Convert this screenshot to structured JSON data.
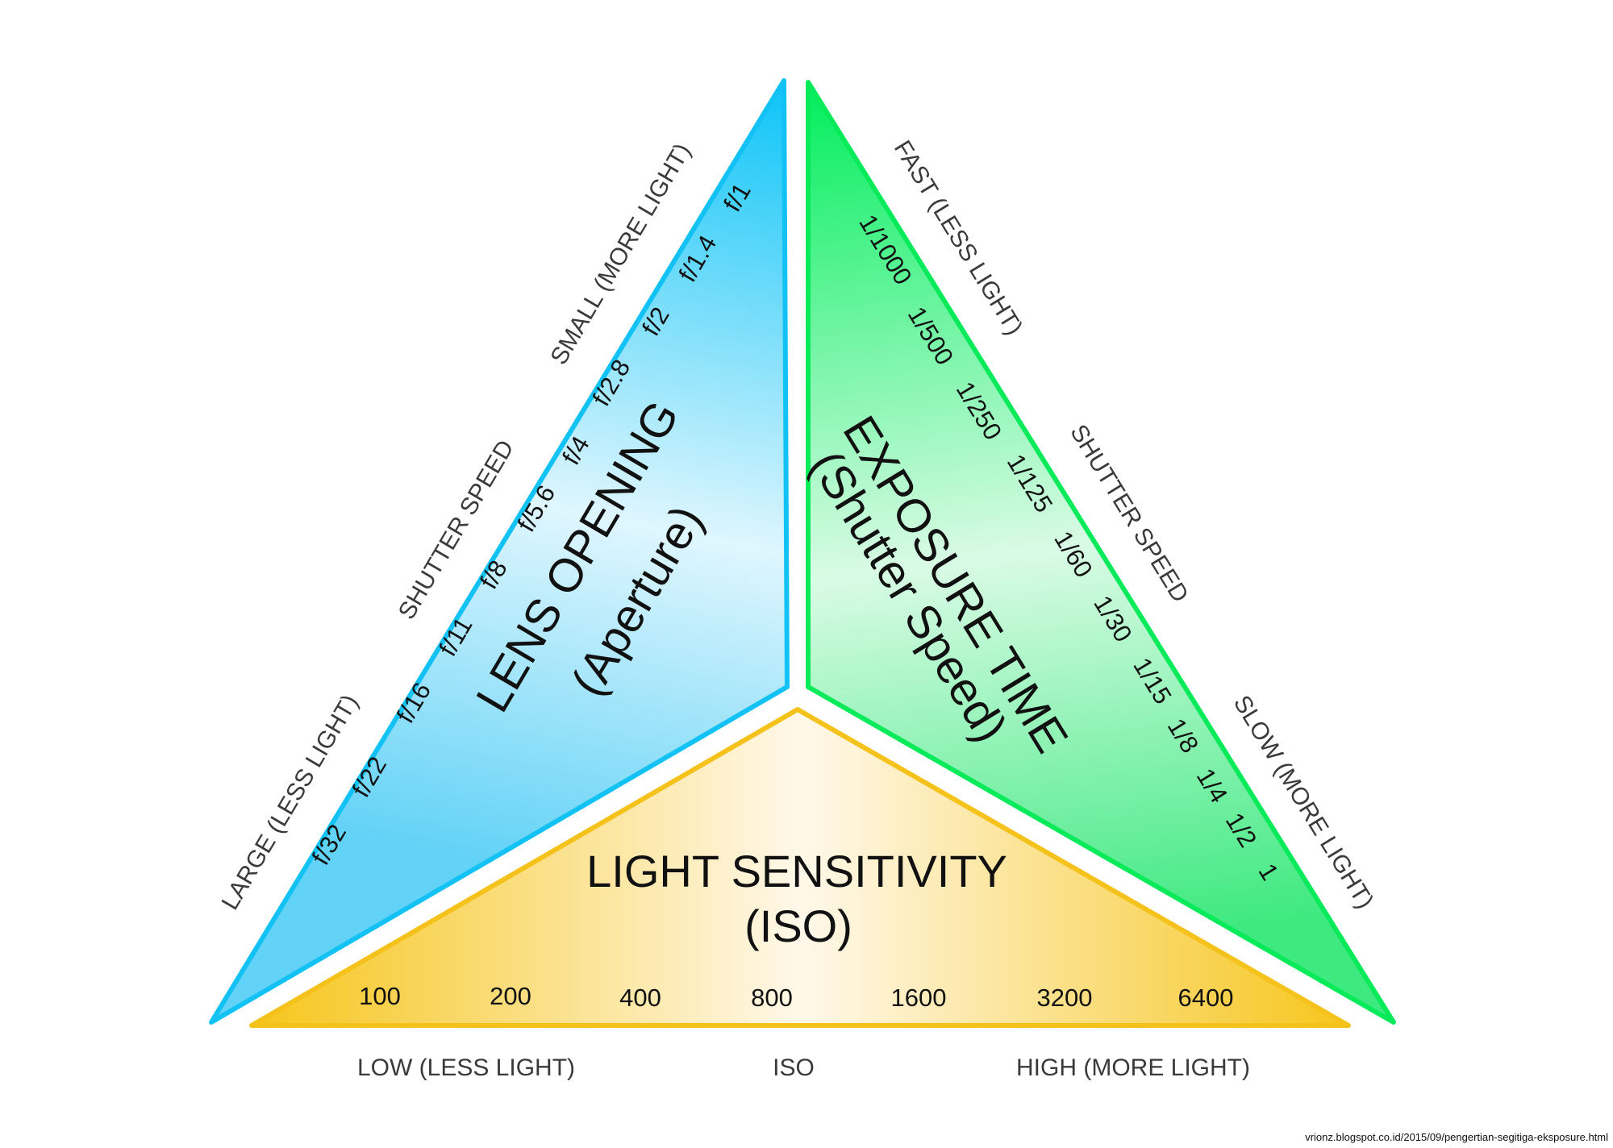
{
  "aperture": {
    "title": "LENS OPENING",
    "subtitle": "(Aperture)",
    "outer_labels": [
      "LARGE (LESS LIGHT)",
      "SHUTTER SPEED",
      "SMALL (MORE LIGHT)"
    ],
    "stops": [
      "f/32",
      "f/22",
      "f/16",
      "f/11",
      "f/8",
      "f/5.6",
      "f/4",
      "f/2.8",
      "f/2",
      "f/1.4",
      "f/1"
    ],
    "gradient": [
      "#19c3f6",
      "#e8f8fe"
    ]
  },
  "shutter": {
    "title": "EXPOSURE TIME",
    "subtitle": "(Shutter Speed)",
    "outer_labels": [
      "FAST (LESS LIGHT)",
      "SHUTTER SPEED",
      "SLOW (MORE LIGHT)"
    ],
    "speeds": [
      "1/1000",
      "1/500",
      "1/250",
      "1/125",
      "1/60",
      "1/30",
      "1/15",
      "1/8",
      "1/4",
      "1/2",
      "1"
    ],
    "gradient": [
      "#0ef26a",
      "#e6fcec"
    ]
  },
  "iso": {
    "title": "LIGHT SENSITIVITY",
    "subtitle": "(ISO)",
    "values": [
      "100",
      "200",
      "400",
      "800",
      "1600",
      "3200",
      "6400"
    ],
    "bottom_labels": [
      "LOW (LESS LIGHT)",
      "ISO",
      "HIGH (MORE LIGHT)"
    ],
    "gradient": [
      "#f6c320",
      "#fff8e6"
    ]
  },
  "footer_url": "vrionz.blogspot.co.id/2015/09/pengertian-segitiga-eksposure.html"
}
